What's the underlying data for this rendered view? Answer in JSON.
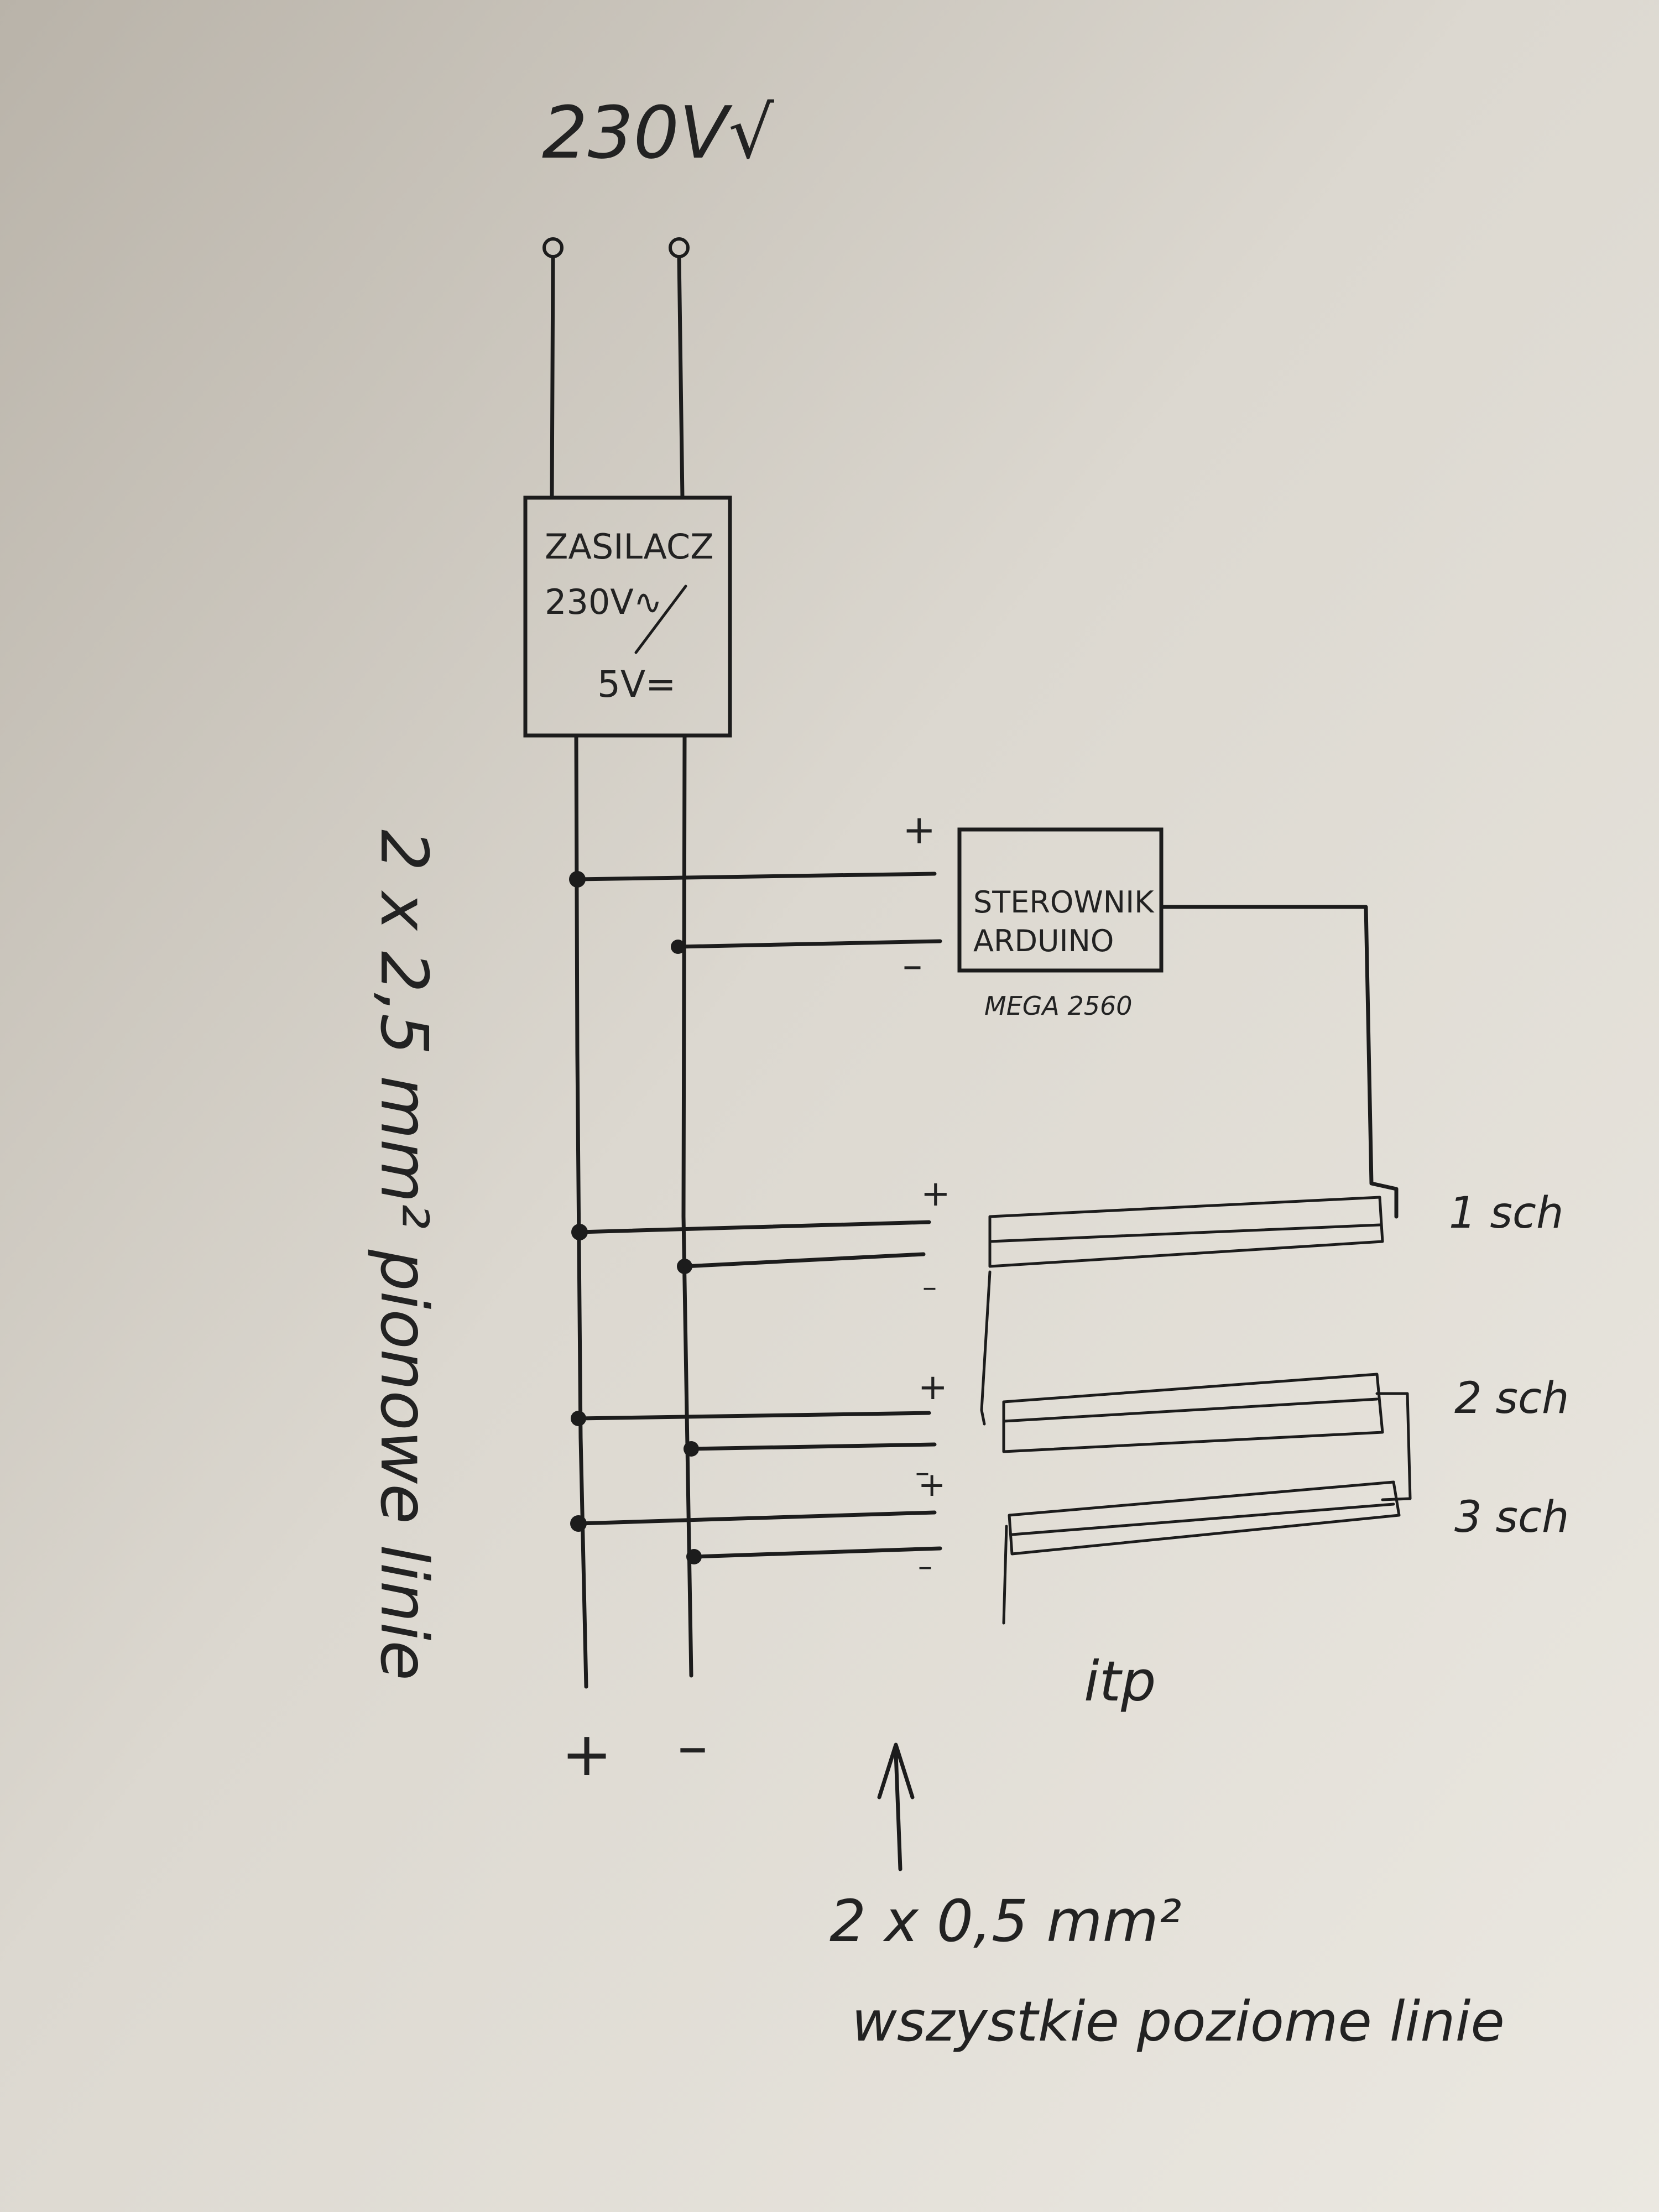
{
  "colors": {
    "ink": "#1c1c1c",
    "paper_light": "#e9e6df",
    "paper_dark": "#b9b3a9"
  },
  "supply_label": "230V√",
  "power_supply": {
    "line1": "ZASILACZ",
    "line2": "230V∿",
    "line3": "5V="
  },
  "controller": {
    "line1": "STEROWNIK",
    "line2": "ARDUINO",
    "model": "MEGA 2560",
    "plus": "+",
    "minus": "–"
  },
  "rails": {
    "plus": "+",
    "minus": "–"
  },
  "vertical_cable_note": "2 x 2,5 mm² pionowe linie",
  "steps": [
    {
      "label": "1 sch",
      "plus": "+",
      "minus": "–"
    },
    {
      "label": "2 sch",
      "plus": "+",
      "minus": "–"
    },
    {
      "label": "3 sch",
      "plus": "+",
      "minus": "–"
    }
  ],
  "etc_label": "itp",
  "horizontal_cable_note": {
    "line1": "2 x 0,5 mm²",
    "line2": "wszystkie poziome linie"
  }
}
